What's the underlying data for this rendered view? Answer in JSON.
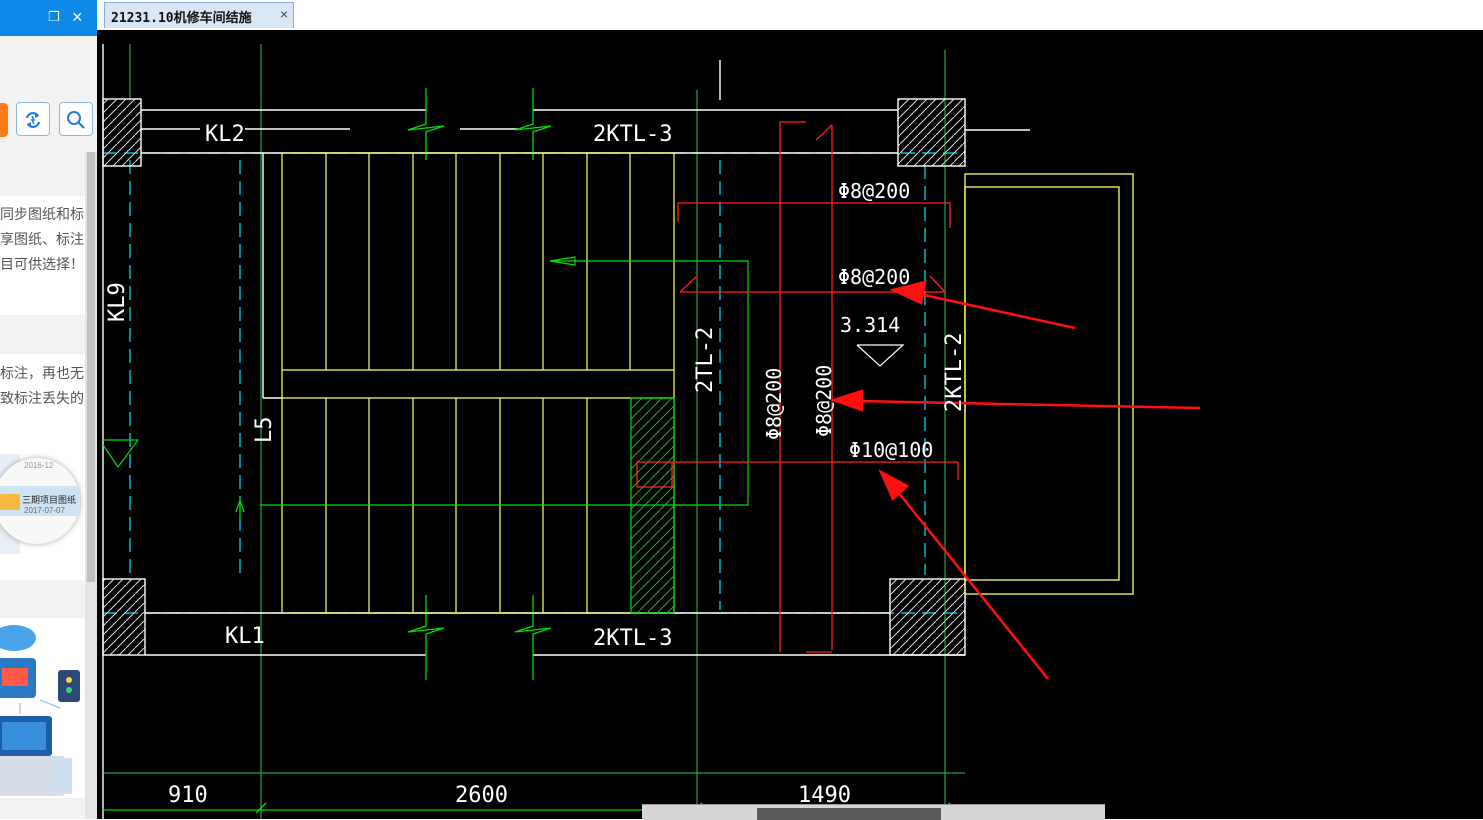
{
  "document_tab": {
    "title": "21231.10机修车间结施",
    "close_glyph": "×"
  },
  "side_panel": {
    "restore_glyph": "❐",
    "close_glyph": "×",
    "sync_icon": "sync-icon",
    "search_icon": "search-icon",
    "card1_lines": [
      "同步图纸和标",
      "享图纸、标注",
      "目可供选择！"
    ],
    "card2_lines": [
      "标注，再也无",
      "致标注丢失的"
    ],
    "magnifier": {
      "date_top": "2016-12",
      "folder_title": "三期项目图纸",
      "date": "2017-07-07"
    }
  },
  "drawing": {
    "beam_labels": {
      "kl2": "KL2",
      "top_ktl": "2KTL-3",
      "kl1": "KL1",
      "bottom_ktl": "2KTL-3",
      "kl9": "KL9",
      "l5": "L5",
      "tl2": "2TL-2",
      "right_ktl": "2KTL-2"
    },
    "rebar_labels": {
      "r1": "Φ8@200",
      "r2": "Φ8@200",
      "elevation": "3.314",
      "v1": "Φ8@200",
      "v2": "Φ8@200",
      "r3": "Φ10@100"
    },
    "dimensions": {
      "d1": "910",
      "d2": "2600",
      "d3": "1490"
    },
    "colors": {
      "background": "#000000",
      "beam": "#ffffff",
      "stair": "#ffff66",
      "axis": "#00ffff",
      "green": "#00dd00",
      "rebar": "#ff2020",
      "arrow": "#ff1010"
    }
  }
}
